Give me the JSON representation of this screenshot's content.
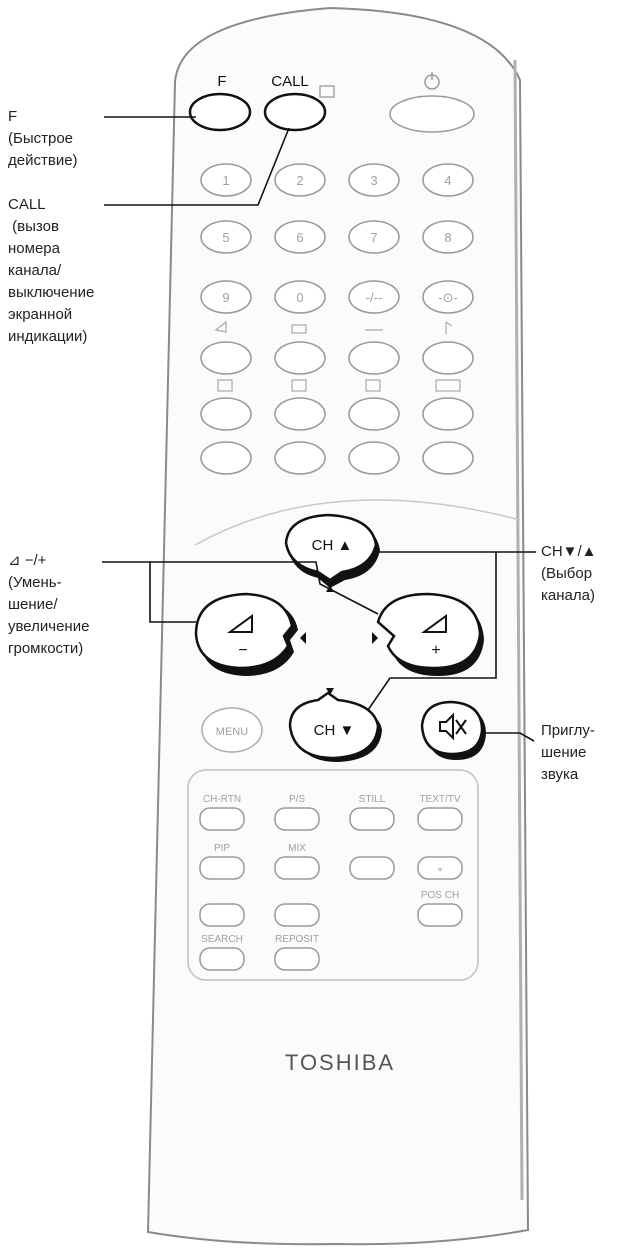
{
  "remote": {
    "brand": "TOSHIBA",
    "top_labels": {
      "f": "F",
      "call": "CALL"
    },
    "number_keys": [
      "1",
      "2",
      "3",
      "4",
      "5",
      "6",
      "7",
      "8",
      "9",
      "0",
      "-/--",
      "-⊙-"
    ],
    "ch_up": "CH ▲",
    "ch_down": "CH ▼",
    "vol_minus": "−",
    "vol_plus": "+",
    "menu": "MENU",
    "lower_keys": {
      "row1": [
        "CH-RTN",
        "P/S",
        "STILL",
        "TEXT/TV"
      ],
      "row2": [
        "PIP",
        "MIX",
        "",
        "+"
      ],
      "row3": [
        "",
        "",
        "",
        "POS CH"
      ],
      "row4": [
        "SEARCH",
        "REPOSIT"
      ]
    }
  },
  "callouts": {
    "f": "F\n(Быстрое\nдействие)",
    "call": "CALL\n (вызов\nномера\nканала/\nвыключение\nэкранной\nиндикации)",
    "volume": "⊿ −/+\n(Умень-\nшение/\nувеличение\nгромкости)",
    "channel": "CH▼/▲\n(Выбор\nканала)",
    "mute": "Приглу-\nшение\nзвука"
  },
  "colors": {
    "ink": "#1a1a1a",
    "faint": "#9a9a9a",
    "light_fill": "#f4f4f4"
  }
}
